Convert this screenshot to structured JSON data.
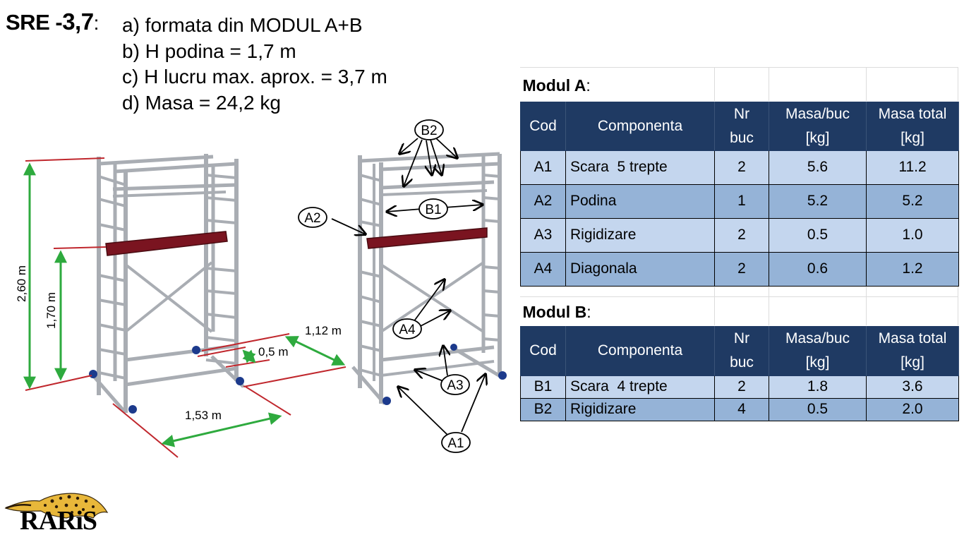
{
  "header": {
    "model_prefix": "SRE -",
    "model_number": "3,7",
    "model_colon": ":",
    "specs": [
      "a) formata din MODUL A+B",
      "b) H podina = 1,7 m",
      "c) H lucru max. aprox. = 3,7 m",
      "d) Masa = 24,2 kg"
    ]
  },
  "dimensions": {
    "total_height": "2,60 m",
    "platform_height": "1,70 m",
    "width": "1,12 m",
    "stabilizer": "0,5 m",
    "length": "1,53 m"
  },
  "callouts": {
    "b2": "B2",
    "b1": "B1",
    "a2": "A2",
    "a4": "A4",
    "a3": "A3",
    "a1": "A1"
  },
  "modul_a": {
    "title": "Modul A",
    "title_colon": ":",
    "headers": [
      "Cod",
      "Componenta",
      "Nr buc",
      "Masa/buc [kg]",
      "Masa total [kg]"
    ],
    "rows": [
      {
        "cod": "A1",
        "componenta": "Scara  5 trepte",
        "nr": "2",
        "masa_buc": "5.6",
        "masa_total": "11.2"
      },
      {
        "cod": "A2",
        "componenta": "Podina",
        "nr": "1",
        "masa_buc": "5.2",
        "masa_total": "5.2"
      },
      {
        "cod": "A3",
        "componenta": "Rigidizare",
        "nr": "2",
        "masa_buc": "0.5",
        "masa_total": "1.0"
      },
      {
        "cod": "A4",
        "componenta": "Diagonala",
        "nr": "2",
        "masa_buc": "0.6",
        "masa_total": "1.2"
      }
    ]
  },
  "modul_b": {
    "title": "Modul B",
    "title_colon": ":",
    "headers": [
      "Cod",
      "Componenta",
      "Nr buc",
      "Masa/buc [kg]",
      "Masa total [kg]"
    ],
    "rows": [
      {
        "cod": "B1",
        "componenta": "Scara  4 trepte",
        "nr": "2",
        "masa_buc": "1.8",
        "masa_total": "3.6"
      },
      {
        "cod": "B2",
        "componenta": "Rigidizare",
        "nr": "4",
        "masa_buc": "0.5",
        "masa_total": "2.0"
      }
    ]
  },
  "logo": {
    "text": "RARiS"
  },
  "colors": {
    "table_header": "#1f3a63",
    "row_light": "#c4d6ee",
    "row_dark": "#95b3d7",
    "dimension_green": "#2eaa3e",
    "dimension_red": "#c0272d",
    "platform": "#7a1420"
  }
}
